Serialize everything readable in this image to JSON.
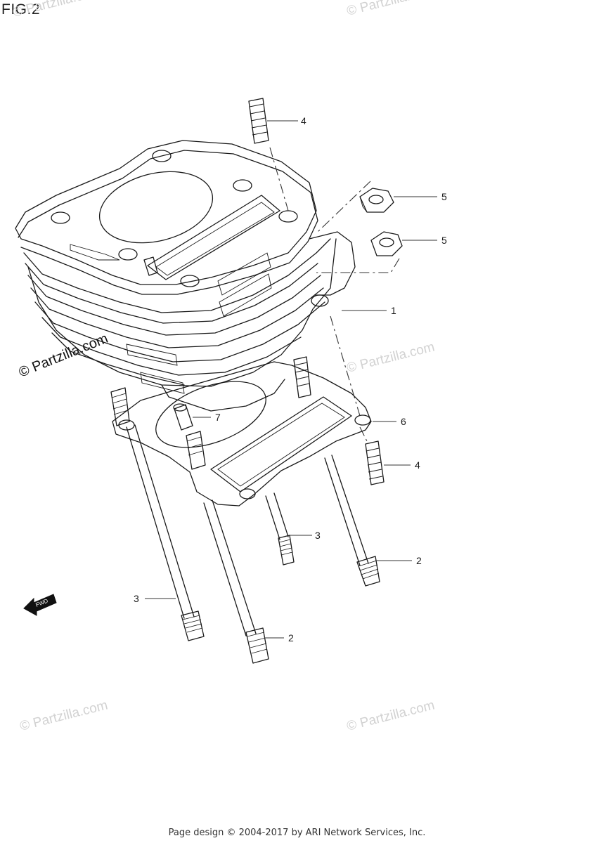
{
  "figure": {
    "title": "FIG.2"
  },
  "watermarks": {
    "main": "© Partzilla.com",
    "faint": "© Partzilla.com"
  },
  "callouts": {
    "c1": "1",
    "c2a": "2",
    "c2b": "2",
    "c3a": "3",
    "c3b": "3",
    "c4a": "4",
    "c4b": "4",
    "c5a": "5",
    "c5b": "5",
    "c6": "6",
    "c7": "7"
  },
  "fwd_label": "FWD",
  "footer": {
    "text": "Page design © 2004-2017 by ARI Network Services, Inc."
  }
}
